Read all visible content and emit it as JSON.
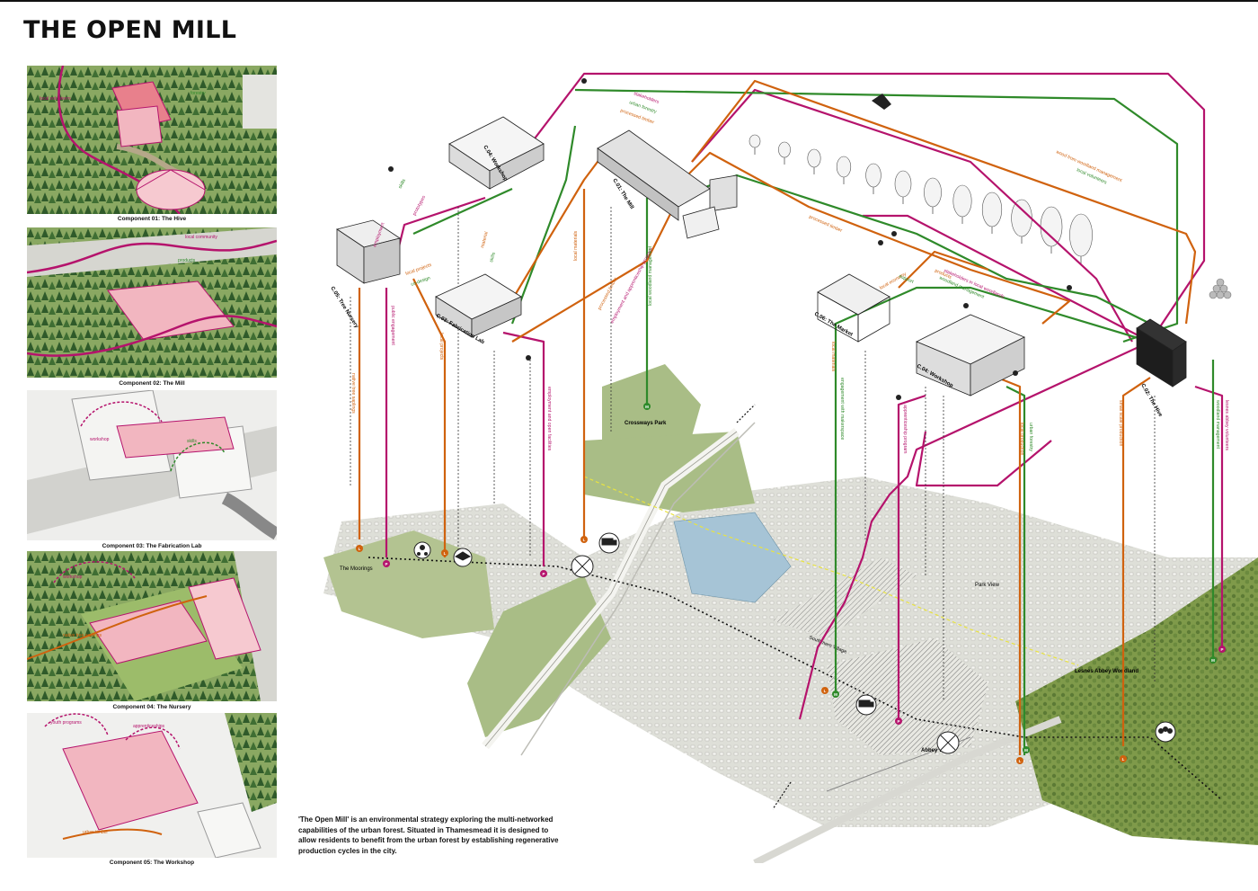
{
  "page": {
    "title": "THE OPEN MILL",
    "description": "'The Open Mill' is an environmental strategy exploring the multi-networked capabilities of the urban forest. Situated in Thamesmead it is designed to allow residents to benefit from the urban forest by establishing regenerative production cycles in the city."
  },
  "components": [
    {
      "caption": "Component 01: The Hive",
      "labels": [
        "local volunteers",
        "forestry"
      ]
    },
    {
      "caption": "Component 02: The Mill",
      "labels": [
        "local community",
        "products"
      ]
    },
    {
      "caption": "Component 03: The Fabrication Lab",
      "labels": [
        "workshop",
        "skills"
      ]
    },
    {
      "caption": "Component 04: The Nursery",
      "labels": [
        "native tree saplings",
        "workshop"
      ]
    },
    {
      "caption": "Component 05: The Workshop",
      "labels": [
        "youth programs",
        "apprenticeships",
        "urban timber"
      ]
    }
  ],
  "buildings": [
    {
      "label": "C.01: The Mill"
    },
    {
      "label": "C.04: Workshop"
    },
    {
      "label": "C.05: Tree Nursery"
    },
    {
      "label": "C.03: Fabrication Lab"
    },
    {
      "label": "C.06: The Market"
    },
    {
      "label": "C.04: Workshop"
    },
    {
      "label": "C.02: The Hive"
    }
  ],
  "flows": {
    "stakeholders": "stakeholders",
    "urban_forestry": "urban forestry",
    "processed_timber": "processed timber",
    "wood_woodland": "wood from woodland management",
    "local_volunteers": "local volunteers",
    "processed_timber_2": "processed timber",
    "stakeholders_woodlands": "stakeholders in local woodlands",
    "woodland_management": "woodland management",
    "products": "products",
    "local_economy": "local economy",
    "support": "support",
    "skills": "skills",
    "prototypes": "prototypes",
    "employment": "employment",
    "local_projects": "local projects",
    "co_design": "co-design",
    "material": "material",
    "skills_2": "skills",
    "local_materials": "local materials",
    "processed_timber_3": "processed timber",
    "employment_apprenticeship": "employment and apprenticeship program",
    "local_woodland": "local woodland management",
    "native_saplings": "native tree saplings",
    "public_engagement": "public engagement",
    "local_projects_2": "local projects",
    "employment_open": "employment and open facilities",
    "local_materials_2": "local materials",
    "engagement_makerspace": "engagement with makerspace",
    "apprenticeship_program": "apprenticeship program",
    "local_production": "local production",
    "urban_forestry_2": "urban forestry",
    "small_scale": "small scale production",
    "lesnes_volunteers": "lesnes abbey volunteers",
    "woodland_management_2": "woodland management"
  },
  "places": {
    "crossways": "Crossways Park",
    "moorings": "The Moorings",
    "park_view": "Park View",
    "lesnes": "Lesnes Abbey Woodland",
    "abbey_wood": "Abbey Wood",
    "southmere": "Southmere Village"
  },
  "markers": [
    "L",
    "P",
    "M"
  ],
  "icons": [
    "people-network-icon",
    "education-icon",
    "tools-icon",
    "truck-icon",
    "forest-icon"
  ],
  "colors": {
    "magenta": "#b5136c",
    "green": "#2f8a2a",
    "orange": "#d0620e",
    "forest": "#6c8a3c",
    "grass": "#a7b985",
    "water": "#a6c4d6",
    "pink": "#f2b6c0"
  }
}
